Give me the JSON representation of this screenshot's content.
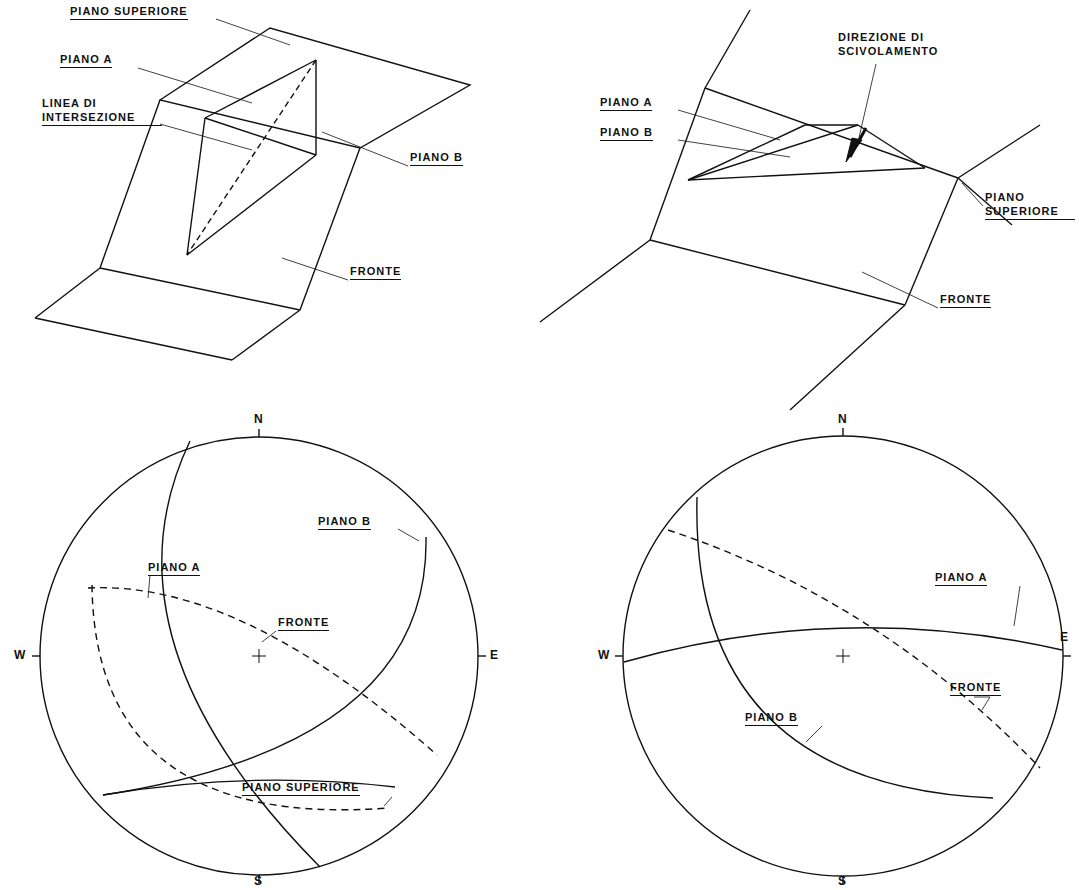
{
  "diagram": {
    "labels": [
      "PIANO SUPERIORE",
      "PIANO A",
      "LINEA DI INTERSEZIONE",
      "PIANO B",
      "FRONTE",
      "DIREZIONE DI SCIVOLAMENTO",
      "PIANO A",
      "PIANO B",
      "PIANO SUPERIORE",
      "FRONTE",
      "N",
      "W",
      "E",
      "PIANO B",
      "PIANO A",
      "FRONTE",
      "PIANO SUPERIORE",
      "S",
      "N",
      "W",
      "E",
      "PIANO A",
      "FRONTE",
      "PIANO B",
      "S"
    ]
  }
}
